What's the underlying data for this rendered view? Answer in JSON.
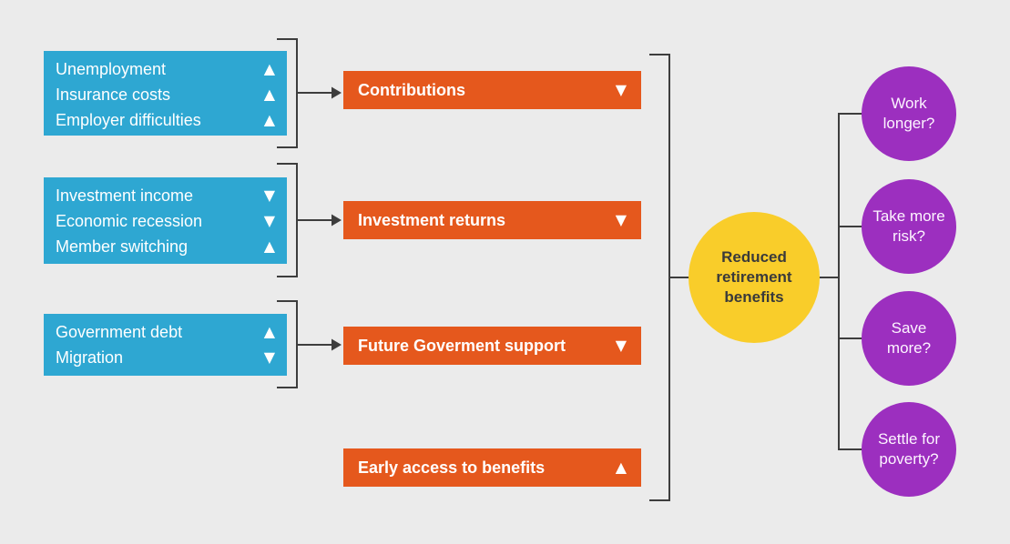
{
  "colors": {
    "background": "#ebebeb",
    "blue": "#2ea7d2",
    "orange": "#e5581d",
    "yellow": "#f9cd2a",
    "purple": "#9c2fbf",
    "line": "#3d3d3d",
    "text_dark": "#3a3a3a"
  },
  "cause_groups": [
    {
      "items": [
        {
          "label": "Unemployment",
          "indicator": "▲",
          "direction": "up"
        },
        {
          "label": "Insurance costs",
          "indicator": "▲",
          "direction": "up"
        },
        {
          "label": "Employer difficulties",
          "indicator": "▲",
          "direction": "up"
        }
      ]
    },
    {
      "items": [
        {
          "label": "Investment income",
          "indicator": "▼",
          "direction": "down"
        },
        {
          "label": "Economic recession",
          "indicator": "▼",
          "direction": "down"
        },
        {
          "label": "Member switching",
          "indicator": "▲",
          "direction": "up"
        }
      ]
    },
    {
      "items": [
        {
          "label": "Government debt",
          "indicator": "▲",
          "direction": "up"
        },
        {
          "label": "Migration",
          "indicator": "▼",
          "direction": "down"
        }
      ]
    }
  ],
  "factors": [
    {
      "label": "Contributions",
      "indicator": "▼",
      "direction": "down"
    },
    {
      "label": "Investment returns",
      "indicator": "▼",
      "direction": "down"
    },
    {
      "label": "Future Goverment support",
      "indicator": "▼",
      "direction": "down"
    },
    {
      "label": "Early access to benefits",
      "indicator": "▲",
      "direction": "up"
    }
  ],
  "outcome": {
    "label": "Reduced retirement benefits"
  },
  "responses": [
    {
      "label": "Work longer?"
    },
    {
      "label": "Take more risk?"
    },
    {
      "label": "Save more?"
    },
    {
      "label": "Settle for poverty?"
    }
  ]
}
